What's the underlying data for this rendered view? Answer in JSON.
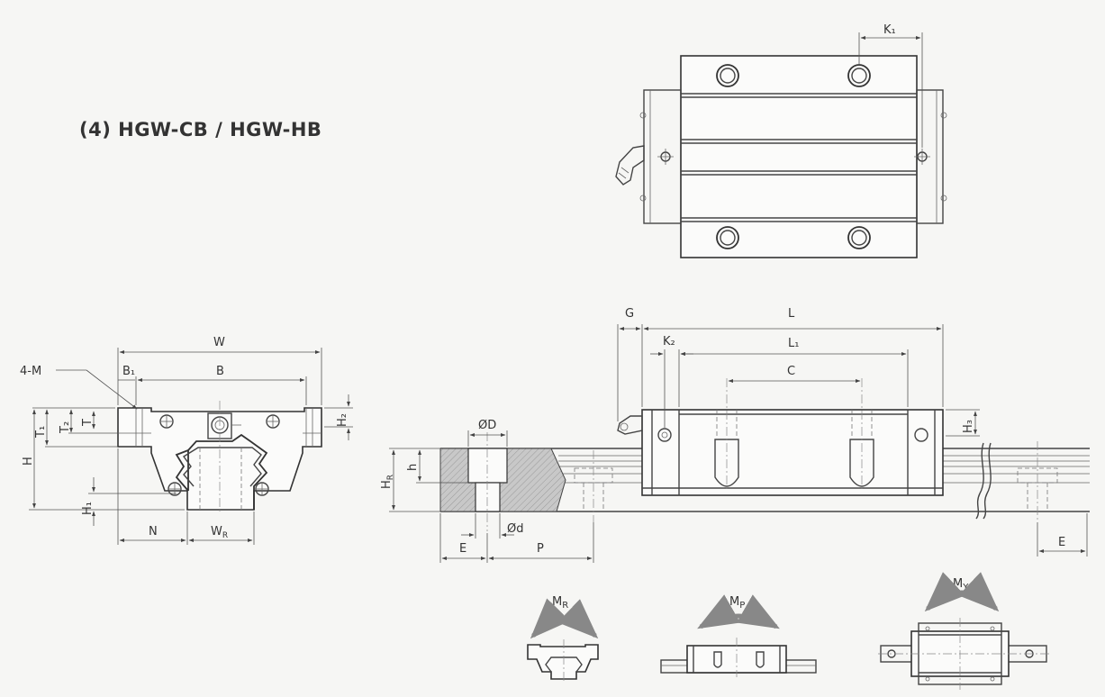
{
  "title": "(4) HGW-CB / HGW-HB",
  "top_view": {
    "k1": "K₁"
  },
  "front_view": {
    "w": "W",
    "b": "B",
    "b1": "B₁",
    "m": "4-M",
    "t1": "T₁",
    "t2": "T₂",
    "t": "T",
    "h": "H",
    "h1": "H₁",
    "h2": "H₂",
    "n": "N",
    "wr": "W",
    "wr_sub": "R"
  },
  "side_view": {
    "g": "G",
    "l": "L",
    "k2": "K₂",
    "l1": "L₁",
    "c": "C",
    "h3": "H₃",
    "od": "ØD",
    "h_small": "h",
    "hr": "H",
    "hr_sub": "R",
    "d_small": "Ød",
    "e_left": "E",
    "p": "P",
    "e_right": "E"
  },
  "moments": {
    "mr": "M",
    "mr_sub": "R",
    "mp": "M",
    "mp_sub": "P",
    "my": "M",
    "my_sub": "Y"
  }
}
